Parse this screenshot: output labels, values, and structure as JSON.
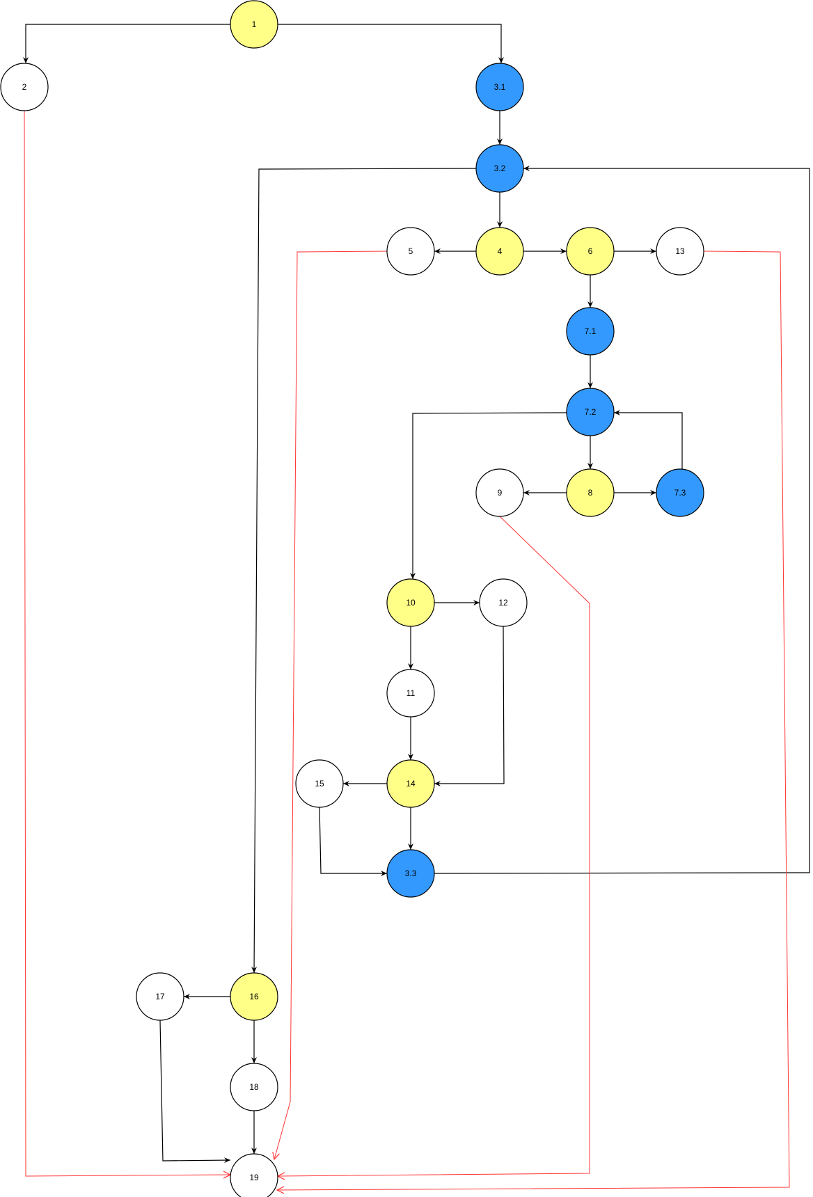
{
  "diagram": {
    "nodes": [
      {
        "id": "n1",
        "label": "1",
        "style": "decision"
      },
      {
        "id": "n2",
        "label": "2",
        "style": "plain"
      },
      {
        "id": "n3_1",
        "label": "3.1",
        "style": "loop"
      },
      {
        "id": "n3_2",
        "label": "3.2",
        "style": "loop"
      },
      {
        "id": "n4",
        "label": "4",
        "style": "decision"
      },
      {
        "id": "n5",
        "label": "5",
        "style": "plain"
      },
      {
        "id": "n6",
        "label": "6",
        "style": "decision"
      },
      {
        "id": "n13",
        "label": "13",
        "style": "plain"
      },
      {
        "id": "n7_1",
        "label": "7.1",
        "style": "loop"
      },
      {
        "id": "n7_2",
        "label": "7.2",
        "style": "loop"
      },
      {
        "id": "n8",
        "label": "8",
        "style": "decision"
      },
      {
        "id": "n9",
        "label": "9",
        "style": "plain"
      },
      {
        "id": "n7_3",
        "label": "7.3",
        "style": "loop"
      },
      {
        "id": "n10",
        "label": "10",
        "style": "decision"
      },
      {
        "id": "n12",
        "label": "12",
        "style": "plain"
      },
      {
        "id": "n11",
        "label": "11",
        "style": "plain"
      },
      {
        "id": "n14",
        "label": "14",
        "style": "decision"
      },
      {
        "id": "n15",
        "label": "15",
        "style": "plain"
      },
      {
        "id": "n3_3",
        "label": "3.3",
        "style": "loop"
      },
      {
        "id": "n16",
        "label": "16",
        "style": "decision"
      },
      {
        "id": "n17",
        "label": "17",
        "style": "plain"
      },
      {
        "id": "n18",
        "label": "18",
        "style": "plain"
      },
      {
        "id": "n19",
        "label": "19",
        "style": "plain"
      }
    ],
    "edges": [
      {
        "from": "n1",
        "to": "n2",
        "kind": "normal"
      },
      {
        "from": "n1",
        "to": "n3_1",
        "kind": "normal"
      },
      {
        "from": "n3_1",
        "to": "n3_2",
        "kind": "normal"
      },
      {
        "from": "n3_2",
        "to": "n4",
        "kind": "normal"
      },
      {
        "from": "n3_2",
        "to": "n16",
        "kind": "normal"
      },
      {
        "from": "n4",
        "to": "n5",
        "kind": "normal"
      },
      {
        "from": "n4",
        "to": "n6",
        "kind": "normal"
      },
      {
        "from": "n6",
        "to": "n13",
        "kind": "normal"
      },
      {
        "from": "n6",
        "to": "n7_1",
        "kind": "normal"
      },
      {
        "from": "n7_1",
        "to": "n7_2",
        "kind": "normal"
      },
      {
        "from": "n7_2",
        "to": "n8",
        "kind": "normal"
      },
      {
        "from": "n7_2",
        "to": "n10",
        "kind": "normal"
      },
      {
        "from": "n8",
        "to": "n9",
        "kind": "normal"
      },
      {
        "from": "n8",
        "to": "n7_3",
        "kind": "normal"
      },
      {
        "from": "n7_3",
        "to": "n7_2",
        "kind": "normal"
      },
      {
        "from": "n10",
        "to": "n12",
        "kind": "normal"
      },
      {
        "from": "n10",
        "to": "n11",
        "kind": "normal"
      },
      {
        "from": "n11",
        "to": "n14",
        "kind": "normal"
      },
      {
        "from": "n12",
        "to": "n14",
        "kind": "normal"
      },
      {
        "from": "n14",
        "to": "n15",
        "kind": "normal"
      },
      {
        "from": "n14",
        "to": "n3_3",
        "kind": "normal"
      },
      {
        "from": "n15",
        "to": "n3_3",
        "kind": "normal"
      },
      {
        "from": "n3_3",
        "to": "n3_2",
        "kind": "normal"
      },
      {
        "from": "n16",
        "to": "n17",
        "kind": "normal"
      },
      {
        "from": "n16",
        "to": "n18",
        "kind": "normal"
      },
      {
        "from": "n18",
        "to": "n19",
        "kind": "normal"
      },
      {
        "from": "n17",
        "to": "n19",
        "kind": "normal"
      },
      {
        "from": "n2",
        "to": "n19",
        "kind": "exit"
      },
      {
        "from": "n5",
        "to": "n19",
        "kind": "exit"
      },
      {
        "from": "n9",
        "to": "n19",
        "kind": "exit"
      },
      {
        "from": "n13",
        "to": "n19",
        "kind": "exit"
      }
    ]
  },
  "colors": {
    "decision": "#ffff88",
    "loop": "#3399ff",
    "plain": "#ffffff",
    "edge": "#000000",
    "exit_edge": "#ff3333",
    "stroke": "#000000"
  }
}
